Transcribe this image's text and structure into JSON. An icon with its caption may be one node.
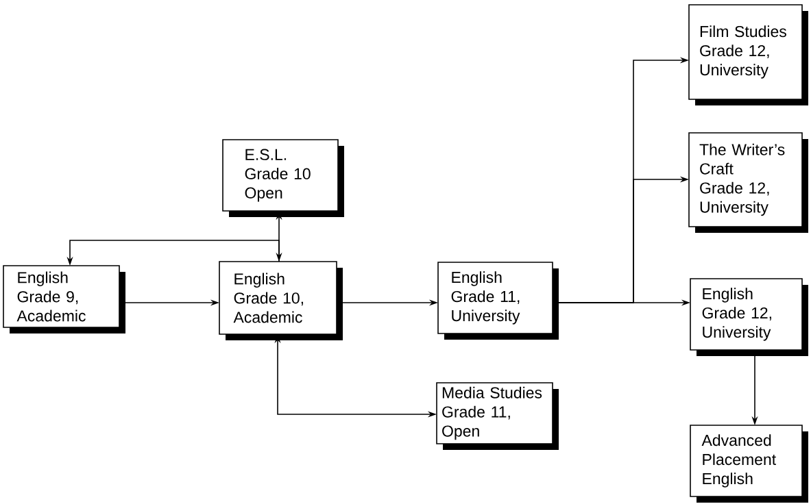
{
  "diagram": {
    "nodes": [
      {
        "text": [
          "Film Studies Grade 12, University"
        ]
      },
      {
        "text": [
          "The Writer’s Craft Grade 12, University"
        ]
      },
      {
        "text": [
          "E.S.L. Grade 10 Open"
        ]
      },
      {
        "text": [
          "English Grade 9, Academic"
        ]
      },
      {
        "text": [
          "English Grade 10, Academic"
        ]
      },
      {
        "text": [
          "English Grade 11, University"
        ]
      },
      {
        "text": [
          "English Grade 12, University"
        ]
      },
      {
        "text": [
          "Media Studies Grade 11, Open"
        ]
      },
      {
        "text": [
          "Advanced Placement English"
        ]
      }
    ],
    "edges": [
      {
        "from": 3,
        "to": 4,
        "arrow": "to"
      },
      {
        "from": 4,
        "to": 2,
        "arrow": "both"
      },
      {
        "from": 4,
        "to": 3,
        "arrow": "to"
      },
      {
        "from": 4,
        "to": 7,
        "arrow": "both"
      },
      {
        "from": 4,
        "to": 5,
        "arrow": "to"
      },
      {
        "from": 5,
        "to": 0,
        "arrow": "to"
      },
      {
        "from": 5,
        "to": 1,
        "arrow": "to"
      },
      {
        "from": 5,
        "to": 6,
        "arrow": "to"
      },
      {
        "from": 6,
        "to": 8,
        "arrow": "to"
      }
    ]
  }
}
